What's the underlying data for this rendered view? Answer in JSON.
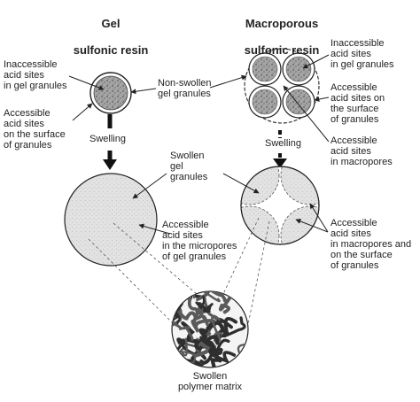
{
  "gel": {
    "title_line1": "Gel",
    "title_line2": "sulfonic resin",
    "inaccessible_label": "Inaccessible\nacid sites\nin gel granules",
    "accessible_surface_label": "Accessible\nacid sites\non the surface\nof granules",
    "non_swollen_label": "Non-swollen\ngel granules",
    "swelling_label": "Swelling",
    "swollen_label": "Swollen\ngel\ngranules",
    "micropores_label": "Accessible\nacid sites\nin the micropores\nof gel granules"
  },
  "macro": {
    "title_line1": "Macroporous",
    "title_line2": "sulfonic resin",
    "inaccessible_label": "Inaccessible\nacid sites\nin gel granules",
    "accessible_surface_label": "Accessible\nacid sites on\nthe surface\nof granules",
    "accessible_macropores_label": "Accessible\nacid sites\nin macropores",
    "swelling_label": "Swelling",
    "macropores_surface_label": "Accessible\nacid sites\nin macropores and\non the surface\nof granules"
  },
  "matrix": {
    "label": "Swollen\npolymer matrix"
  },
  "colors": {
    "ink": "#222222",
    "granule_fill": "#9a9a9a",
    "swollen_fill": "#dcdcdc",
    "matrix_fill": "#4a4a4a"
  }
}
